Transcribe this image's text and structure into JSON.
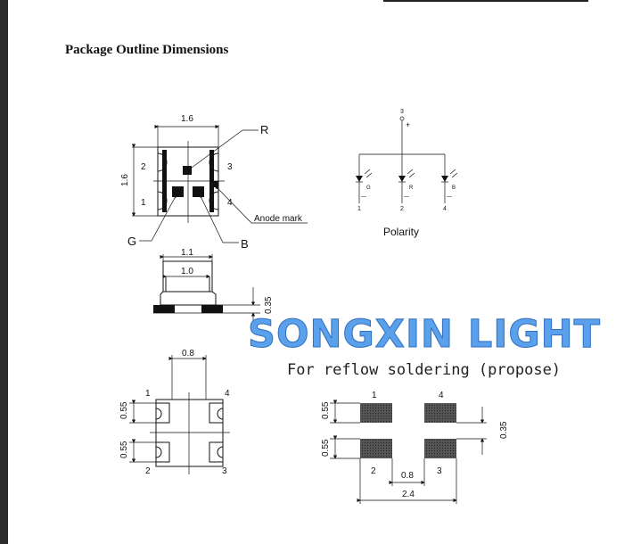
{
  "page": {
    "heading": "Package Outline Dimensions"
  },
  "top_view": {
    "dim_width": "1.6",
    "dim_height": "1.6",
    "pin_1": "1",
    "pin_2": "2",
    "pin_3": "3",
    "pin_4": "4",
    "label_r": "R",
    "label_g": "G",
    "label_b": "B",
    "anode_mark": "Anode mark"
  },
  "polarity": {
    "pin_top": "3",
    "plus": "+",
    "pin_g": "1",
    "pin_r": "2",
    "pin_b": "4",
    "led_g": "G",
    "led_r": "R",
    "led_b": "B",
    "minus": "—",
    "caption": "Polarity"
  },
  "side_view": {
    "dim_top": "1.1",
    "dim_inner": "1.0",
    "dim_thickness": "0.35"
  },
  "bottom_view": {
    "dim_gap": "0.8",
    "dim_pad_top": "0.55",
    "dim_pad_bottom": "0.55",
    "pin_1": "1",
    "pin_2": "2",
    "pin_3": "3",
    "pin_4": "4"
  },
  "brand": {
    "watermark": "SONGXIN LIGHT"
  },
  "reflow": {
    "note": "For reflow soldering (propose)",
    "pin_1": "1",
    "pin_2": "2",
    "pin_3": "3",
    "pin_4": "4",
    "dim_pad_top": "0.55",
    "dim_pad_bottom": "0.55",
    "dim_gap_v": "0.35",
    "dim_gap_h": "0.8",
    "dim_total": "2.4",
    "pad_color": "#444444"
  }
}
